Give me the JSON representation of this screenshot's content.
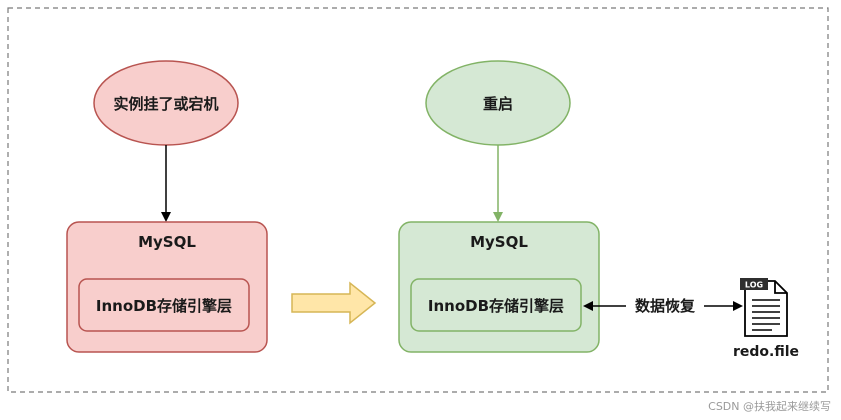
{
  "nodes": {
    "crash": "实例挂了或宕机",
    "restart": "重启",
    "mysql_left": "MySQL",
    "innodb_left": "InnoDB存储引擎层",
    "mysql_right": "MySQL",
    "innodb_right": "InnoDB存储引擎层",
    "recovery": "数据恢复",
    "file_tag": "LOG",
    "file_name": "redo.file"
  },
  "watermark": "CSDN @扶我起来继续写",
  "colors": {
    "red_fill": "#f8cecc",
    "red_stroke": "#b85450",
    "green_fill": "#d5e8d4",
    "green_stroke": "#82b366",
    "arrow_fill": "#ffe6a8",
    "arrow_stroke": "#d6b656"
  },
  "icons": {
    "file": "log-file-icon",
    "big_arrow": "right-block-arrow"
  }
}
